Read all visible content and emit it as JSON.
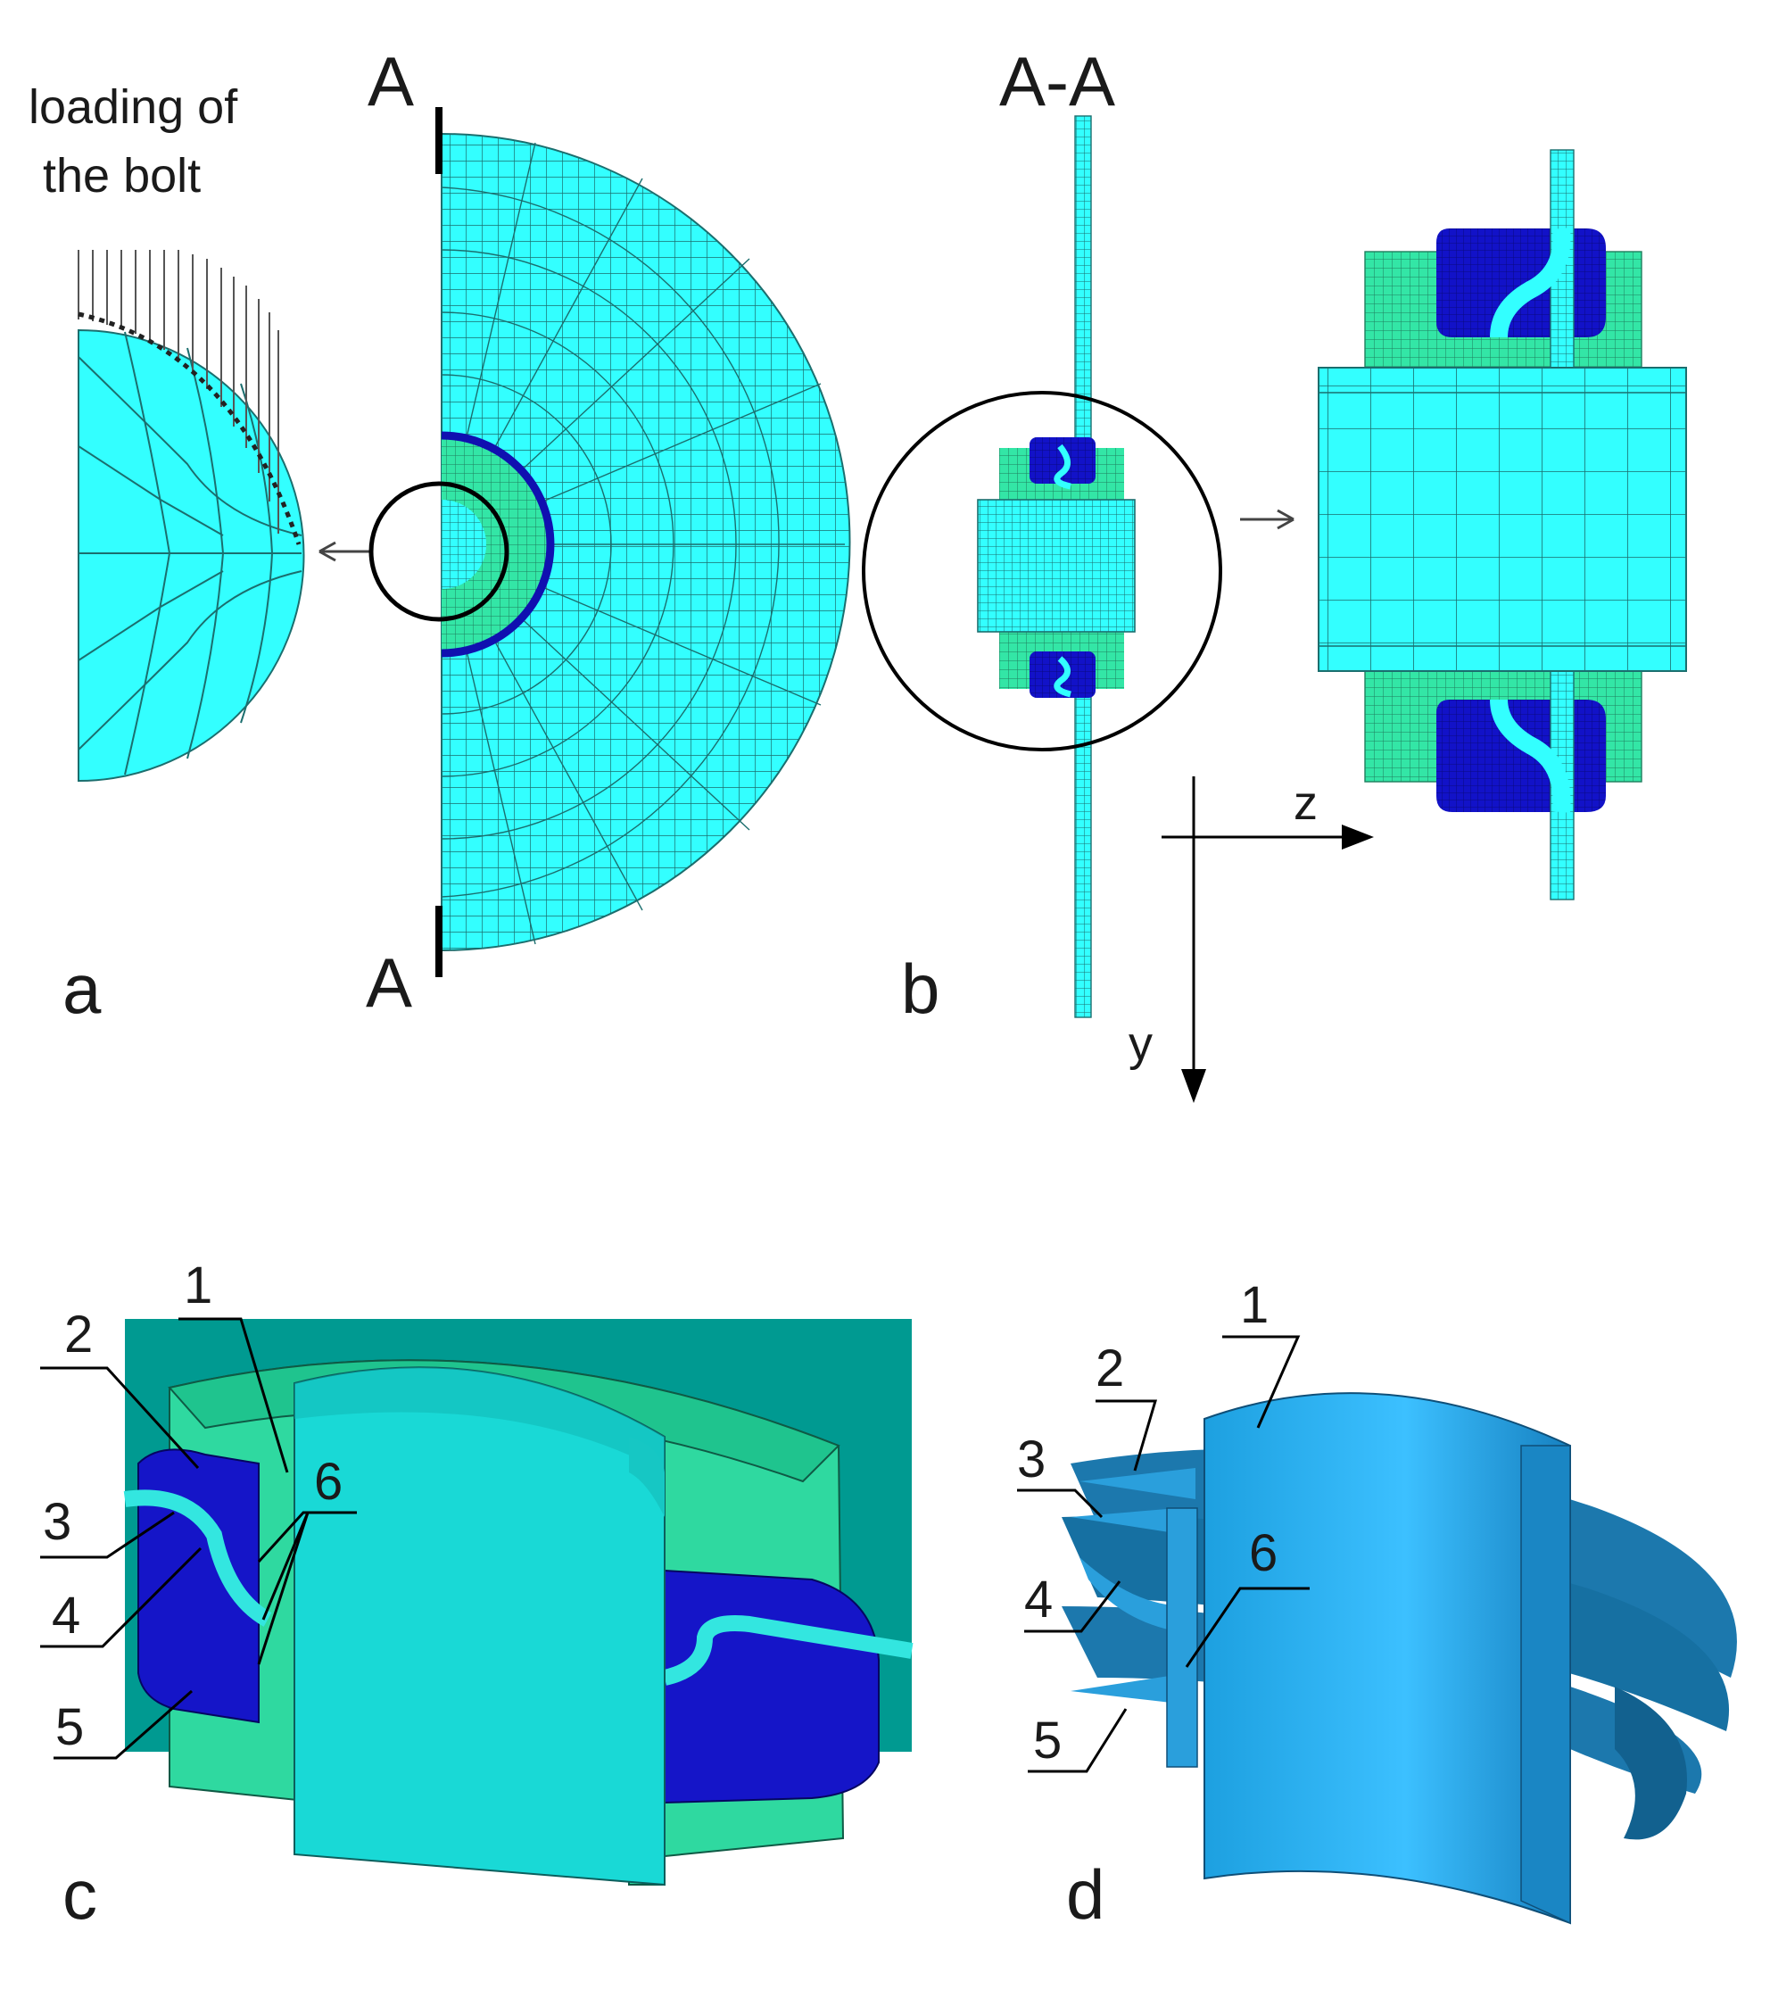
{
  "panel_a": {
    "label": "a",
    "loading_label_line1": "loading of",
    "loading_label_line2": "the bolt",
    "section_top": "A",
    "section_bottom": "A"
  },
  "panel_b": {
    "label": "b",
    "section_title": "A-A",
    "axis_z": "z",
    "axis_y": "y"
  },
  "panel_c": {
    "label": "c",
    "callouts": [
      "1",
      "2",
      "3",
      "4",
      "5",
      "6"
    ]
  },
  "panel_d": {
    "label": "d",
    "callouts": [
      "1",
      "2",
      "3",
      "4",
      "5",
      "6"
    ]
  },
  "colors": {
    "mesh_cyan": "#33ffff",
    "mesh_green": "#33e6a6",
    "mesh_blue": "#1010c8",
    "solid_teal": "#009a91",
    "solid_green": "#2fd9a0",
    "solid_cyan": "#19d9d6",
    "solid_blue": "#1515c8",
    "shell_blue": "#1aa8e8"
  }
}
